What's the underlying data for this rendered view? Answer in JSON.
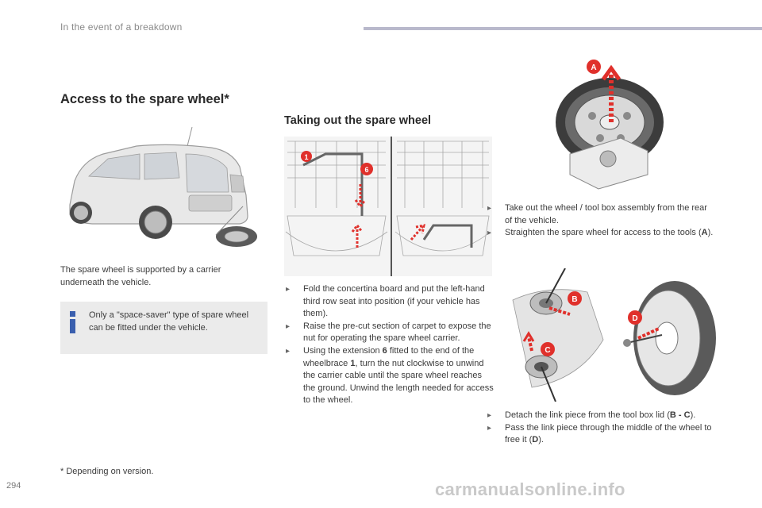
{
  "header": {
    "section_title": "In the event of a breakdown"
  },
  "page": {
    "number": "294"
  },
  "main": {
    "title": "Access to the spare wheel*",
    "intro": "The spare wheel is supported by a carrier underneath the vehicle.",
    "note": "Only a \"space-saver\" type of spare wheel can be fitted under the vehicle.",
    "footnote": "* Depending on version."
  },
  "taking_out": {
    "title": "Taking out the spare wheel",
    "steps": [
      {
        "before": "Fold the concertina board and put the left-hand third row seat into position (if your vehicle has them)."
      },
      {
        "before": "Raise the pre-cut section of carpet to expose the nut for operating the spare wheel carrier."
      },
      {
        "before": "Using the extension ",
        "b1": "6",
        "mid": " fitted to the end of the wheelbrace ",
        "b2": "1",
        "after": ", turn the nut clockwise to unwind the carrier cable until the spare wheel reaches the ground. Unwind the length needed for access to the wheel."
      }
    ]
  },
  "right_top": {
    "steps": [
      {
        "before": "Take out the wheel / tool box assembly from the rear of the vehicle."
      },
      {
        "before": "Straighten the spare wheel for access to the tools (",
        "b1": "A",
        "after": ")."
      }
    ]
  },
  "right_bottom": {
    "steps": [
      {
        "before": "Detach the link piece from the tool box lid (",
        "b1": "B - C",
        "after": ")."
      },
      {
        "before": "Pass the link piece through the middle of the wheel to free it (",
        "b1": "D",
        "after": ")."
      }
    ]
  },
  "callouts": {
    "one": "1",
    "six": "6",
    "a": "A",
    "b": "B",
    "c": "C",
    "d": "D"
  },
  "icons": {
    "note": "info-icon",
    "bullet": "arrow-bullet-icon"
  },
  "colors": {
    "accent": "#e0302b",
    "info": "#3a5fae",
    "header_bar": "#b9b9cc"
  },
  "watermark": "carmanualsonline.info"
}
